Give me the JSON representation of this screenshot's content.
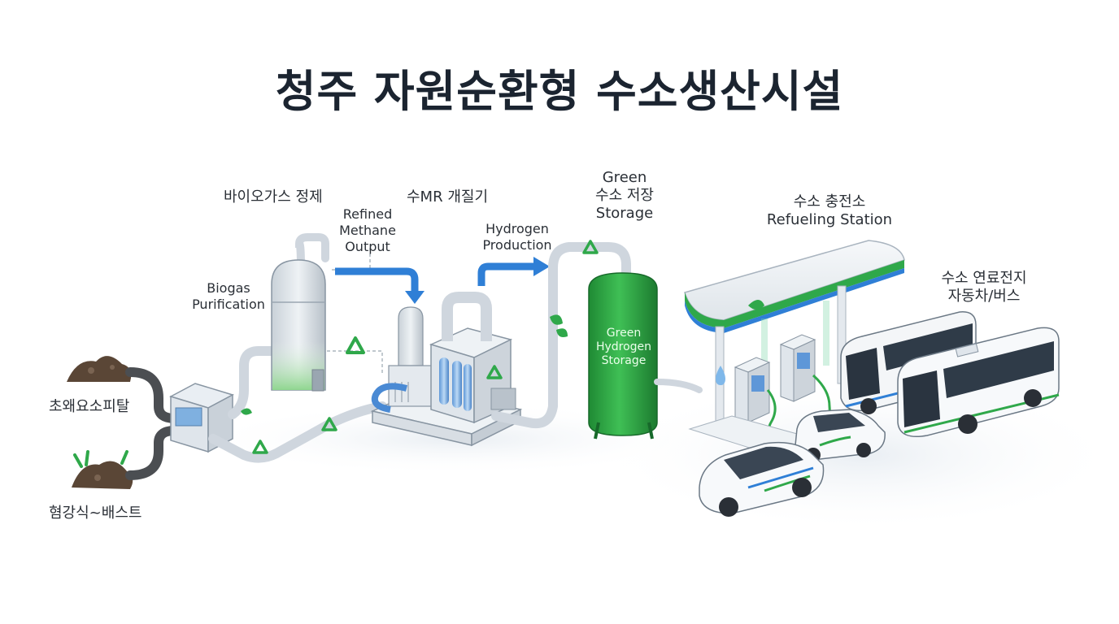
{
  "title": "청주 자원순환형 수소생산시설",
  "labels": {
    "food_waste": "초왜요소피탈",
    "livestock": "혐강식~배스트",
    "biogas_purification_en": [
      "Biogas",
      "Purification"
    ],
    "biogas_purification_ko": "바이오가스 정제",
    "refined_methane": [
      "Refined",
      "Methane",
      "Output"
    ],
    "smr_reformer": "수MR 개질기",
    "hydrogen_production": [
      "Hydrogen",
      "Production"
    ],
    "storage_label": [
      "Green",
      "수소 저장",
      "Storage"
    ],
    "tank_text": [
      "Green",
      "Hydrogen",
      "Storage"
    ],
    "station_label": [
      "수소 충전소",
      "Refueling Station"
    ],
    "vehicles_label": [
      "수소 연료전지",
      "자동차/버스"
    ]
  },
  "colors": {
    "accent_green": "#2fa84a",
    "accent_blue": "#2f7fd6",
    "pipe_gray": "#cfd6de",
    "sludge_brown": "#5a4636",
    "text_dark": "#1b2430"
  },
  "icons": [
    "recycle-icon",
    "leaf-icon",
    "water-drop-icon",
    "fuel-pump-icon"
  ]
}
